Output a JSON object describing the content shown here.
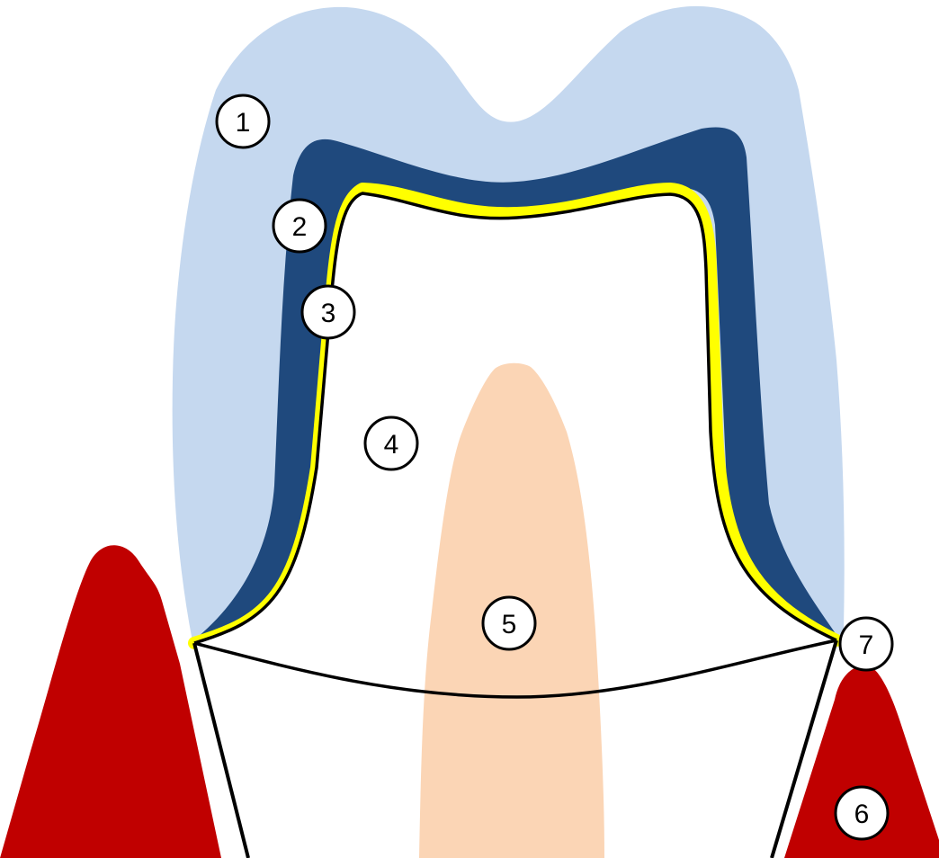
{
  "colors": {
    "background": "#ffffff",
    "outer_layer": "#c5d8ef",
    "inner_layer": "#1f497d",
    "thin_layer": "#ffff00",
    "pulp": "#fbd5b5",
    "gum": "#c00000",
    "outline": "#000000"
  },
  "markers": [
    {
      "label": "1"
    },
    {
      "label": "2"
    },
    {
      "label": "3"
    },
    {
      "label": "4"
    },
    {
      "label": "5"
    },
    {
      "label": "6"
    },
    {
      "label": "7"
    }
  ]
}
